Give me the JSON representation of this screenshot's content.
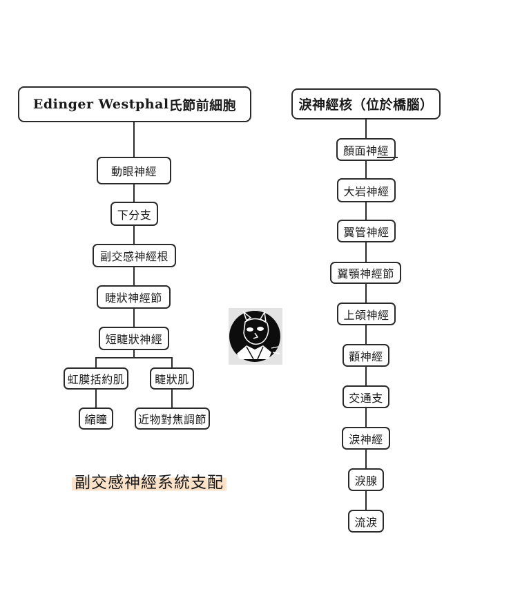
{
  "left_tree": {
    "root": {
      "latin": "Edinger Westphal",
      "cjk": " 氏節前細胞"
    },
    "chain": [
      "動眼神經",
      "下分支",
      "副交感神經根",
      "睫狀神經節",
      "短睫狀神經"
    ],
    "branch_left": {
      "label": "虹膜括約肌",
      "child": "縮瞳"
    },
    "branch_right": {
      "label": "睫狀肌",
      "child": "近物對焦調節"
    }
  },
  "right_tree": {
    "root": "淚神經核（位於橋腦）",
    "chain": [
      "顏面神經",
      "大岩神經",
      "翼管神經",
      "翼顎神經節",
      "上頜神經",
      "顴神經",
      "交通支",
      "淚神經",
      "淚腺",
      "流淚"
    ]
  },
  "caption": "副交感神經系統支配",
  "avatar": {
    "icon": "cartoon-dog-avatar-icon",
    "bg": "#e3e3e3"
  },
  "colors": {
    "border": "#2a2a2a",
    "highlight": "#fbe2c8"
  }
}
